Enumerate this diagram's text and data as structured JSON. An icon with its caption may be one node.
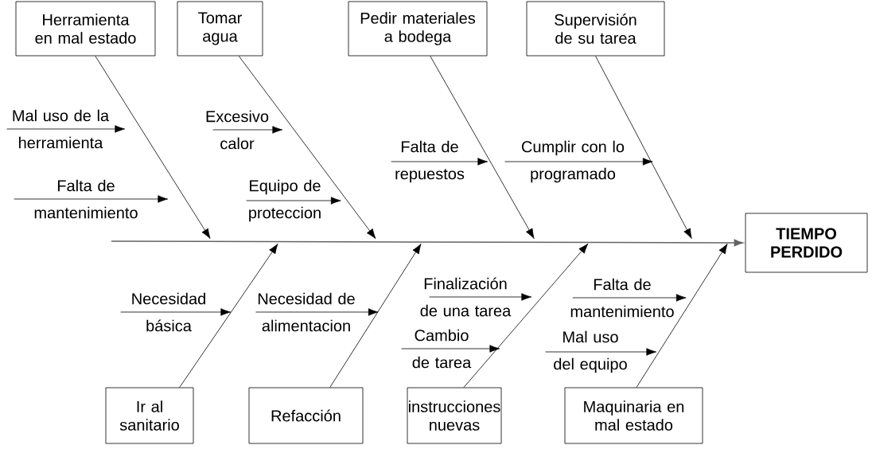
{
  "diagram": {
    "nodes": [
      {
        "text": [
          "Herramienta en mal estado"
        ]
      },
      {
        "text": [
          "Tomar agua"
        ]
      },
      {
        "text": [
          "Pedir materiales a bodega"
        ]
      },
      {
        "text": [
          "Supervisión de su tarea"
        ]
      },
      {
        "text": [
          "Mal uso de la herramienta"
        ]
      },
      {
        "text": [
          "Excesivo calor"
        ]
      },
      {
        "text": [
          "Falta de mantenimiento"
        ]
      },
      {
        "text": [
          "Equipo de proteccion"
        ]
      },
      {
        "text": [
          "Falta de repuestos"
        ]
      },
      {
        "text": [
          "Cumplir con lo programado"
        ]
      },
      {
        "text": [
          "TIEMPO PERDIDO"
        ]
      },
      {
        "text": [
          "Finalización de una tarea"
        ]
      },
      {
        "text": [
          "Falta de mantenimiento"
        ]
      },
      {
        "text": [
          "Necesidad básica"
        ]
      },
      {
        "text": [
          "Necesidad de alimentacion"
        ]
      },
      {
        "text": [
          "Cambio de tarea"
        ]
      },
      {
        "text": [
          "Mal uso del equipo"
        ]
      },
      {
        "text": [
          "Ir al sanitario"
        ]
      },
      {
        "text": [
          "Refacción"
        ]
      },
      {
        "text": [
          "instrucciones nuevas"
        ]
      },
      {
        "text": [
          "Maquinaria en mal estado"
        ]
      }
    ],
    "edges": [
      {
        "from": null,
        "to": 10,
        "arrow": "to",
        "color": "#646464"
      },
      {
        "from": 0,
        "to": null,
        "arrow": "to"
      },
      {
        "from": 1,
        "to": null,
        "arrow": "to"
      },
      {
        "from": 2,
        "to": null,
        "arrow": "to"
      },
      {
        "from": 3,
        "to": null,
        "arrow": "to"
      },
      {
        "from": 17,
        "to": null,
        "arrow": "to"
      },
      {
        "from": 18,
        "to": null,
        "arrow": "to"
      },
      {
        "from": 19,
        "to": null,
        "arrow": "to"
      },
      {
        "from": 20,
        "to": null,
        "arrow": "to"
      },
      {
        "from": 4,
        "to": null,
        "arrow": "to"
      },
      {
        "from": 5,
        "to": null,
        "arrow": "to"
      },
      {
        "from": 6,
        "to": null,
        "arrow": "to"
      },
      {
        "from": 7,
        "to": null,
        "arrow": "to"
      },
      {
        "from": 8,
        "to": null,
        "arrow": "to"
      },
      {
        "from": 9,
        "to": null,
        "arrow": "to"
      },
      {
        "from": 11,
        "to": null,
        "arrow": "to"
      },
      {
        "from": 12,
        "to": null,
        "arrow": "to"
      },
      {
        "from": 13,
        "to": null,
        "arrow": "to"
      },
      {
        "from": 14,
        "to": null,
        "arrow": "to"
      },
      {
        "from": 15,
        "to": null,
        "arrow": "to"
      },
      {
        "from": 16,
        "to": null,
        "arrow": "to"
      }
    ]
  }
}
